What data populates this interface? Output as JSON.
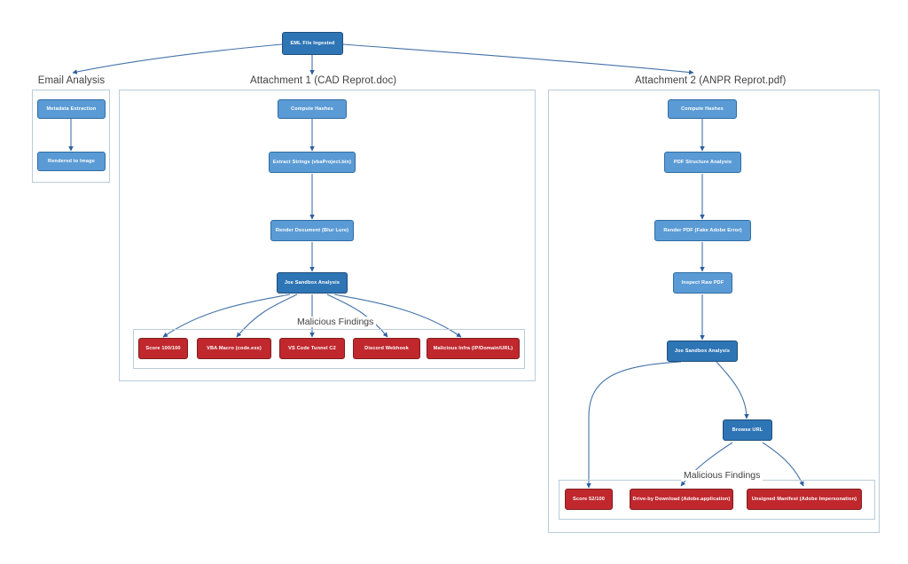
{
  "diagram": {
    "type": "flowchart",
    "title": "EML File Ingested",
    "root": {
      "id": "eml",
      "label": "EML File Ingested",
      "style": "darkblue"
    },
    "groups": [
      {
        "id": "email-analysis",
        "title": "Email Analysis",
        "nodes": [
          {
            "id": "metadata",
            "label": "Metadata Extraction",
            "style": "blue"
          },
          {
            "id": "rendered",
            "label": "Rendered to Image",
            "style": "blue"
          }
        ],
        "findings_title": null,
        "findings": []
      },
      {
        "id": "attachment-1",
        "title": "Attachment 1 (CAD Reprot.doc)",
        "nodes": [
          {
            "id": "a1-hashes",
            "label": "Compute Hashes",
            "style": "blue"
          },
          {
            "id": "a1-strings",
            "label": "Extract Strings (vbaProject.bin)",
            "style": "blue"
          },
          {
            "id": "a1-render",
            "label": "Render Document (Blur Lure)",
            "style": "blue"
          },
          {
            "id": "a1-sandbox",
            "label": "Joe Sandbox Analysis",
            "style": "darkblue"
          }
        ],
        "findings_title": "Malicious Findings",
        "findings": [
          {
            "id": "a1-f1",
            "label": "Score 100/100",
            "style": "red"
          },
          {
            "id": "a1-f2",
            "label": "VBA Macro (code.exe)",
            "style": "red"
          },
          {
            "id": "a1-f3",
            "label": "VS Code Tunnel C2",
            "style": "red"
          },
          {
            "id": "a1-f4",
            "label": "Discord Webhook",
            "style": "red"
          },
          {
            "id": "a1-f5",
            "label": "Malicious Infra (IP/Domain/URL)",
            "style": "red"
          }
        ]
      },
      {
        "id": "attachment-2",
        "title": "Attachment 2 (ANPR Reprot.pdf)",
        "nodes": [
          {
            "id": "a2-hashes",
            "label": "Compute Hashes",
            "style": "blue"
          },
          {
            "id": "a2-structure",
            "label": "PDF Structure Analysis",
            "style": "blue"
          },
          {
            "id": "a2-render",
            "label": "Render PDF (Fake Adobe Error)",
            "style": "blue"
          },
          {
            "id": "a2-inspect",
            "label": "Inspect Raw PDF",
            "style": "blue"
          },
          {
            "id": "a2-sandbox",
            "label": "Joe Sandbox Analysis",
            "style": "darkblue"
          },
          {
            "id": "a2-browse",
            "label": "Browse URL",
            "style": "darkblue"
          }
        ],
        "findings_title": "Malicious Findings",
        "findings": [
          {
            "id": "a2-f1",
            "label": "Score 52/100",
            "style": "red"
          },
          {
            "id": "a2-f2",
            "label": "Drive-by Download (Adobe.application)",
            "style": "red"
          },
          {
            "id": "a2-f3",
            "label": "Unsigned Manifest (Adobe Impersonation)",
            "style": "red"
          }
        ]
      }
    ]
  },
  "colors": {
    "node_blue": "#5b9bd5",
    "node_dark_blue": "#2e75b6",
    "node_red": "#c0282d",
    "edge": "#4472a8",
    "group_border": "#b9ccd9",
    "background": "#ffffff",
    "text_dark": "#404040"
  }
}
